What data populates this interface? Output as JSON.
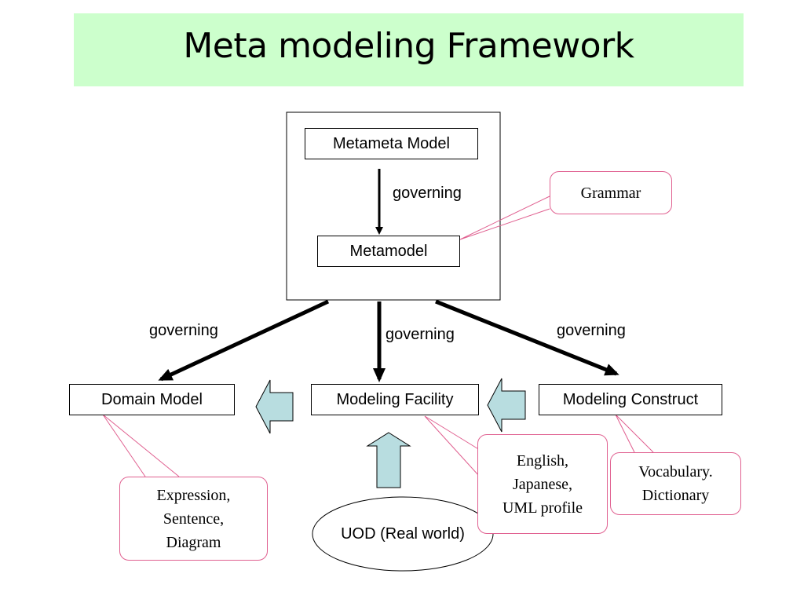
{
  "title": "Meta modeling Framework",
  "boxes": {
    "metameta_model": "Metameta Model",
    "metamodel": "Metamodel",
    "domain_model": "Domain Model",
    "modeling_facility": "Modeling Facility",
    "modeling_construct": "Modeling Construct",
    "uod": "UOD (Real world)"
  },
  "arrow_labels": {
    "top": "governing",
    "left": "governing",
    "center": "governing",
    "right": "governing"
  },
  "notes": {
    "grammar": "Grammar",
    "expression": "Expression,\nSentence,\nDiagram",
    "english": "English,\nJapanese,\nUML profile",
    "vocabulary": "Vocabulary.\nDictionary"
  },
  "colors": {
    "title_bg": "#ccffcc",
    "note_border": "#e06090",
    "block_arrow_fill": "#b8dde0"
  }
}
